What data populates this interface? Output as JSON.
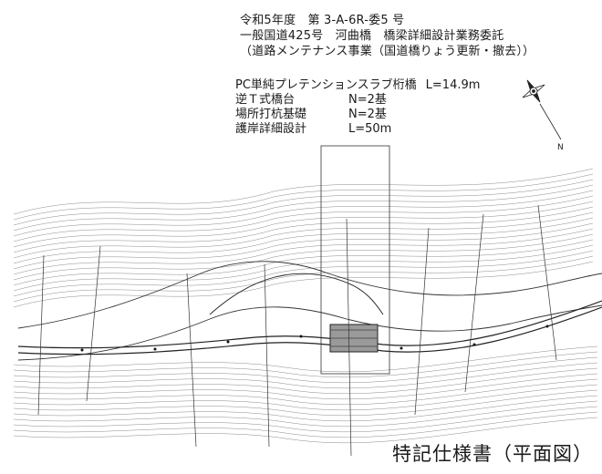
{
  "header": {
    "line1": "令和5年度　第 3-A-6R-委5 号",
    "line2": "一般国道425号　河曲橋　橋梁詳細設計業務委託",
    "line3": "（道路メンテナンス事業（国道橋りょう更新・撤去））"
  },
  "specs": [
    {
      "name": "PC単純プレテンションスラブ桁橋",
      "value": "L=14.9m"
    },
    {
      "name": "逆Ｔ式橋台",
      "value": "N=2基"
    },
    {
      "name": "場所打杭基礎",
      "value": "N=2基"
    },
    {
      "name": "護岸詳細設計",
      "value": "L=50m"
    }
  ],
  "footer": {
    "title": "特記仕様書（平面図）"
  },
  "north_arrow": {
    "label": "N"
  },
  "colors": {
    "line": "#333333",
    "light_line": "#8a8a8a",
    "hatch": "#555555"
  }
}
